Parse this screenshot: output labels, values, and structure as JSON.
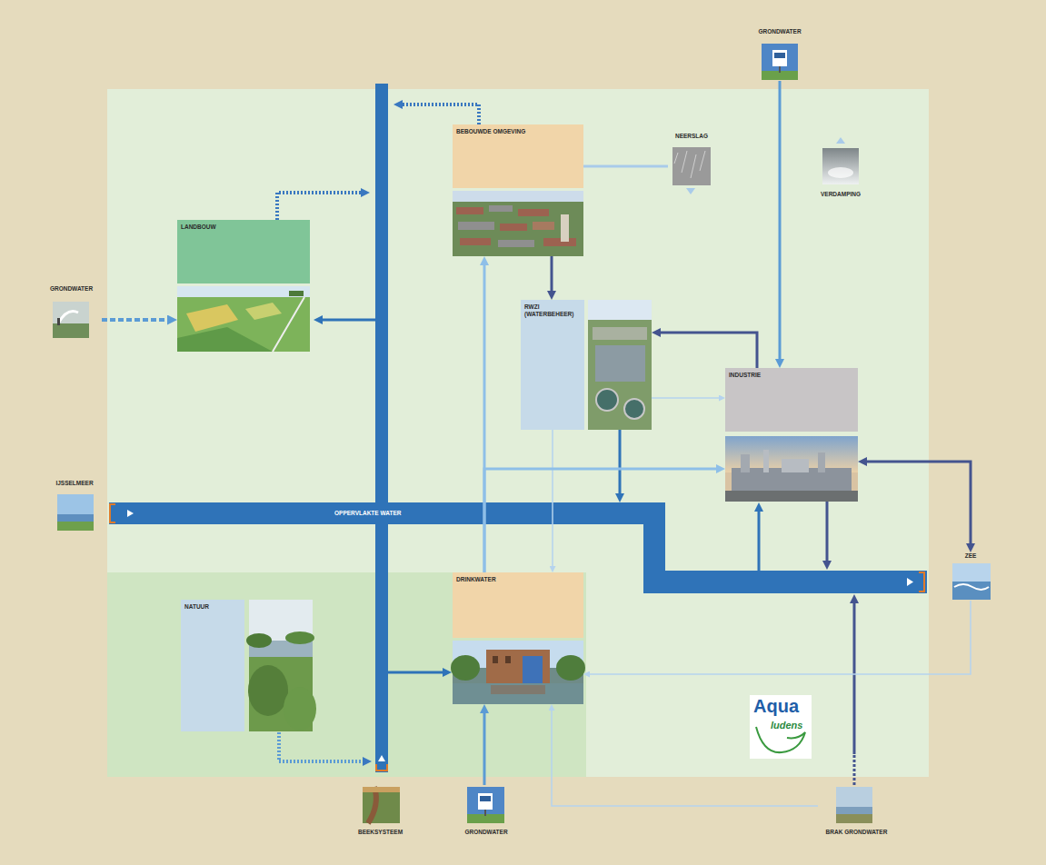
{
  "diagram": {
    "nodes": [
      {
        "text": [
          "GRONDWATER"
        ]
      },
      {
        "text": [
          "BEBOUWDE OMGEVING"
        ]
      },
      {
        "text": [
          "NEERSLAG"
        ]
      },
      {
        "text": [
          "VERDAMPING"
        ]
      },
      {
        "text": [
          "LANDBOUW"
        ]
      },
      {
        "text": [
          "GRONDWATER"
        ]
      },
      {
        "text": [
          "RWZI (WATERBEHEER)"
        ]
      },
      {
        "text": [
          "INDUSTRIE"
        ]
      },
      {
        "text": [
          "IJSSELMEER"
        ]
      },
      {
        "text": [
          "OPPERVLAKTE WATER"
        ]
      },
      {
        "text": [
          "ZEE"
        ]
      },
      {
        "text": [
          "DRINKWATER"
        ]
      },
      {
        "text": [
          "NATUUR"
        ]
      },
      {
        "text": [
          "BEEKSYSTEEM"
        ]
      },
      {
        "text": [
          "GRONDWATER"
        ]
      },
      {
        "text": [
          "BRAK GRONDWATER"
        ]
      }
    ],
    "edges": [
      {
        "from": 0,
        "to": 7,
        "arrow": "to"
      },
      {
        "from": 2,
        "to": 1,
        "arrow": "none"
      },
      {
        "from": 1,
        "to": 6,
        "arrow": "to"
      },
      {
        "from": 5,
        "to": 4,
        "arrow": "to"
      },
      {
        "from": 7,
        "to": 6,
        "arrow": "to"
      },
      {
        "from": 6,
        "to": 7,
        "arrow": "to"
      },
      {
        "from": 6,
        "to": 9,
        "arrow": "to"
      },
      {
        "from": 6,
        "to": 11,
        "arrow": "to"
      },
      {
        "from": 11,
        "to": 1,
        "arrow": "to"
      },
      {
        "from": 11,
        "to": 7,
        "arrow": "to"
      },
      {
        "from": 7,
        "to": 10,
        "arrow": "both"
      },
      {
        "from": 10,
        "to": 11,
        "arrow": "to"
      },
      {
        "from": 15,
        "to": 11,
        "arrow": "to"
      },
      {
        "from": 14,
        "to": 11,
        "arrow": "to"
      }
    ],
    "labels": [
      "Aqua",
      "ludens"
    ]
  }
}
